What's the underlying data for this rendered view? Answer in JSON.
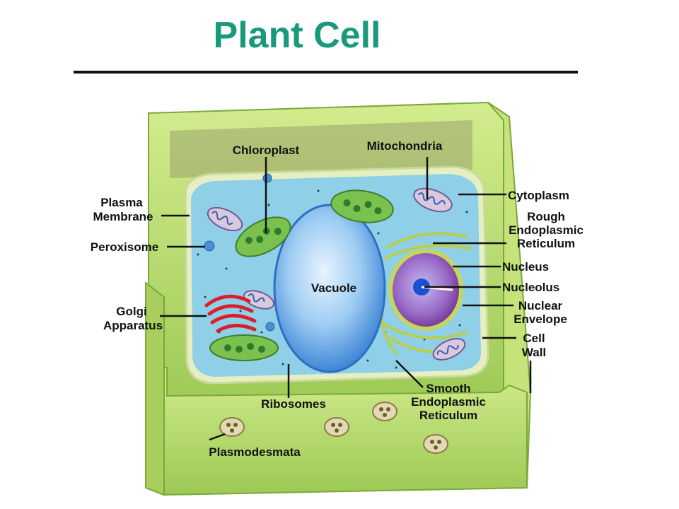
{
  "title": "Plant Cell",
  "colors": {
    "title": "#1a9a7c",
    "cell_wall": "#b5d86a",
    "cytoplasm": "#8fd0e8",
    "vacuole": "#7ab8ea",
    "chloroplast": "#6fb648",
    "golgi": "#d9202a",
    "nucleus": "#8a3fa0"
  },
  "labels": {
    "chloroplast": "Chloroplast",
    "mitochondria": "Mitochondria",
    "plasma_membrane": [
      "Plasma",
      "Membrane"
    ],
    "peroxisome": "Peroxisome",
    "golgi": [
      "Golgi",
      "Apparatus"
    ],
    "vacuole": "Vacuole",
    "cytoplasm": "Cytoplasm",
    "rough_er": [
      "Rough",
      "Endoplasmic",
      "Reticulum"
    ],
    "nucleus": "Nucleus",
    "nucleolus": "Nucleolus",
    "nuclear_envelope": [
      "Nuclear",
      "Envelope"
    ],
    "cell_wall": [
      "Cell",
      "Wall"
    ],
    "ribosomes": "Ribosomes",
    "smooth_er": [
      "Smooth",
      "Endoplasmic",
      "Reticulum"
    ],
    "plasmodesmata": "Plasmodesmata"
  }
}
